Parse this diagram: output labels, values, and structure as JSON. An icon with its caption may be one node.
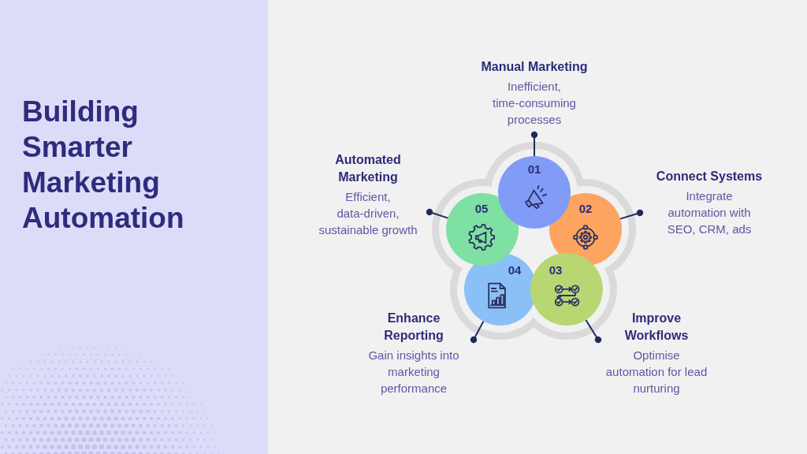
{
  "diagram": {
    "title": "Building Smarter Marketing Automation",
    "nodes": [
      {
        "text": [
          "Manual Marketing",
          "Inefficient, time-consuming processes"
        ]
      },
      {
        "text": [
          "01"
        ]
      },
      {
        "text": [
          "Connect Systems",
          "Integrate automation with SEO, CRM, ads"
        ]
      },
      {
        "text": [
          "02"
        ]
      },
      {
        "text": [
          "Improve Workflows",
          "Optimise automation for lead nurturing"
        ]
      },
      {
        "text": [
          "03"
        ]
      },
      {
        "text": [
          "Enhance Reporting",
          "Gain insights into marketing performance"
        ]
      },
      {
        "text": [
          "04"
        ]
      },
      {
        "text": [
          "Automated Marketing",
          "Efficient, data-driven, sustainable growth"
        ]
      },
      {
        "text": [
          "05"
        ]
      }
    ],
    "edges": [
      {
        "from": 0,
        "to": 1,
        "arrow": "other"
      },
      {
        "from": 2,
        "to": 3,
        "arrow": "other"
      },
      {
        "from": 4,
        "to": 5,
        "arrow": "other"
      },
      {
        "from": 6,
        "to": 7,
        "arrow": "other"
      },
      {
        "from": 8,
        "to": 9,
        "arrow": "other"
      }
    ]
  }
}
